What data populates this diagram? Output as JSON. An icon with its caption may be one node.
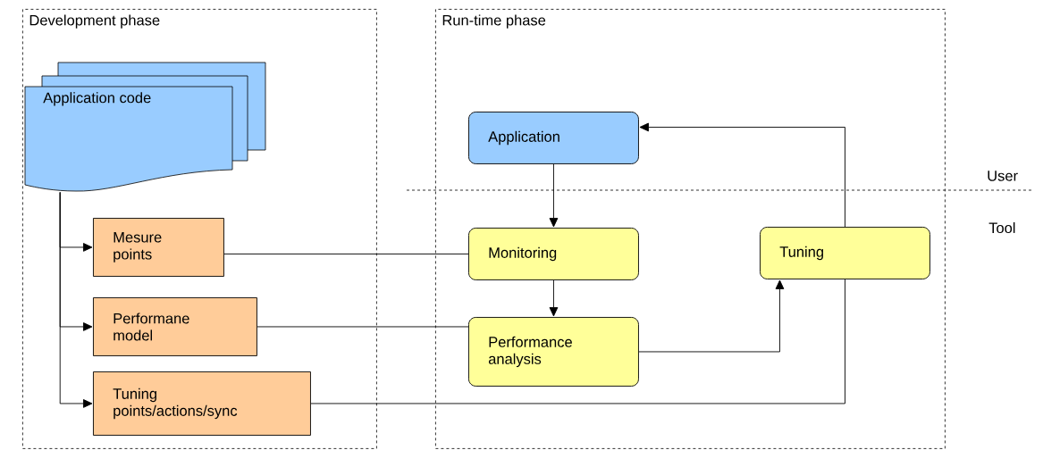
{
  "diagram": {
    "nodes": [
      {
        "text": [
          "Development phase"
        ]
      },
      {
        "text": [
          "Run-time phase"
        ]
      },
      {
        "text": [
          "Application code"
        ],
        "in": 0
      },
      {
        "text": [
          "Mesure points"
        ],
        "in": 0
      },
      {
        "text": [
          "Performane model"
        ],
        "in": 0
      },
      {
        "text": [
          "Tuning points/actions/sync"
        ],
        "in": 0
      },
      {
        "text": [
          "Application"
        ],
        "in": 1
      },
      {
        "text": [
          "Monitoring"
        ],
        "in": 1
      },
      {
        "text": [
          "Performance analysis"
        ],
        "in": 1
      },
      {
        "text": [
          "Tuning"
        ],
        "in": 1
      }
    ],
    "edges": [
      {
        "from": 2,
        "to": 3,
        "arrow": "to"
      },
      {
        "from": 2,
        "to": 4,
        "arrow": "to"
      },
      {
        "from": 2,
        "to": 5,
        "arrow": "to"
      },
      {
        "from": 3,
        "to": 7,
        "arrow": "none"
      },
      {
        "from": 4,
        "to": 8,
        "arrow": "none"
      },
      {
        "from": 5,
        "to": 9,
        "arrow": "none"
      },
      {
        "from": 6,
        "to": 7,
        "arrow": "to"
      },
      {
        "from": 7,
        "to": 8,
        "arrow": "to"
      },
      {
        "from": 8,
        "to": 9,
        "arrow": "to"
      },
      {
        "from": 9,
        "to": 6,
        "arrow": "to"
      }
    ],
    "labels": [
      "User",
      "Tool"
    ]
  }
}
